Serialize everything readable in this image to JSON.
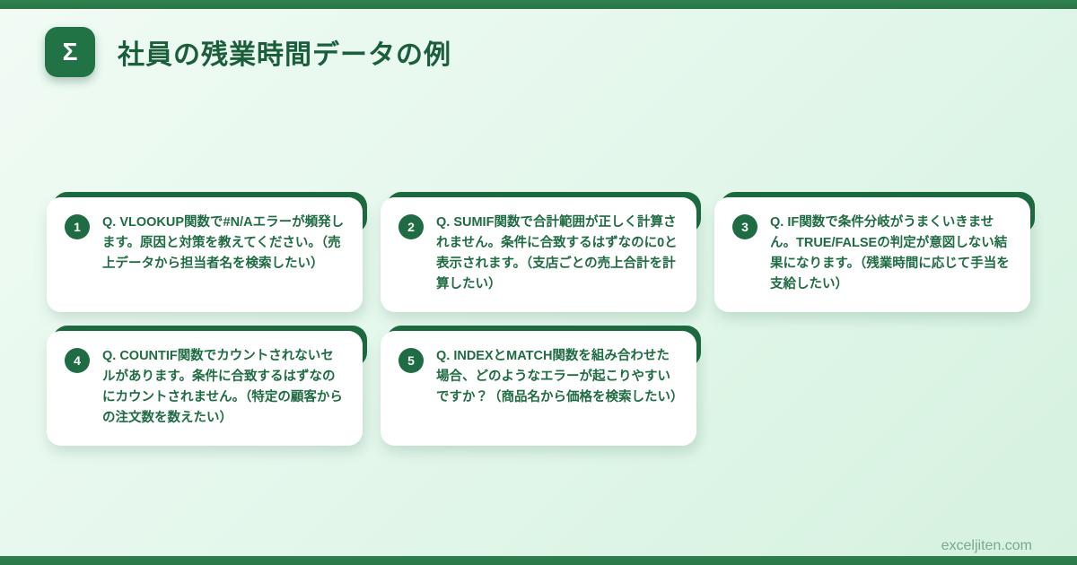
{
  "header": {
    "brand_icon": "Σ",
    "title": "社員の残業時間データの例"
  },
  "cards": [
    {
      "number": "1",
      "text": "Q. VLOOKUP関数で#N/Aエラーが頻発します。原因と対策を教えてください。（売上データから担当者名を検索したい）"
    },
    {
      "number": "2",
      "text": "Q. SUMIF関数で合計範囲が正しく計算されません。条件に合致するはずなのに0と表示されます。（支店ごとの売上合計を計算したい）"
    },
    {
      "number": "3",
      "text": "Q. IF関数で条件分岐がうまくいきません。TRUE/FALSEの判定が意図しない結果になります。（残業時間に応じて手当を支給したい）"
    },
    {
      "number": "4",
      "text": "Q. COUNTIF関数でカウントされないセルがあります。条件に合致するはずなのにカウントされません。（特定の顧客からの注文数を数えたい）"
    },
    {
      "number": "5",
      "text": "Q. INDEXとMATCH関数を組み合わせた場合、どのようなエラーが起こりやすいですか？（商品名から価格を検索したい）"
    }
  ],
  "footer": {
    "site": "exceljiten.com"
  },
  "colors": {
    "bar_green": "#2d7d4c",
    "brand_green": "#217346",
    "accent_green": "#1e6b41",
    "text_green": "#1f6b43",
    "title_green": "#1b5e3b",
    "footer_text": "#7aa98e",
    "background_light": "#f0fbf4",
    "background_dark": "#d6f1e0",
    "card_background": "#ffffff"
  }
}
